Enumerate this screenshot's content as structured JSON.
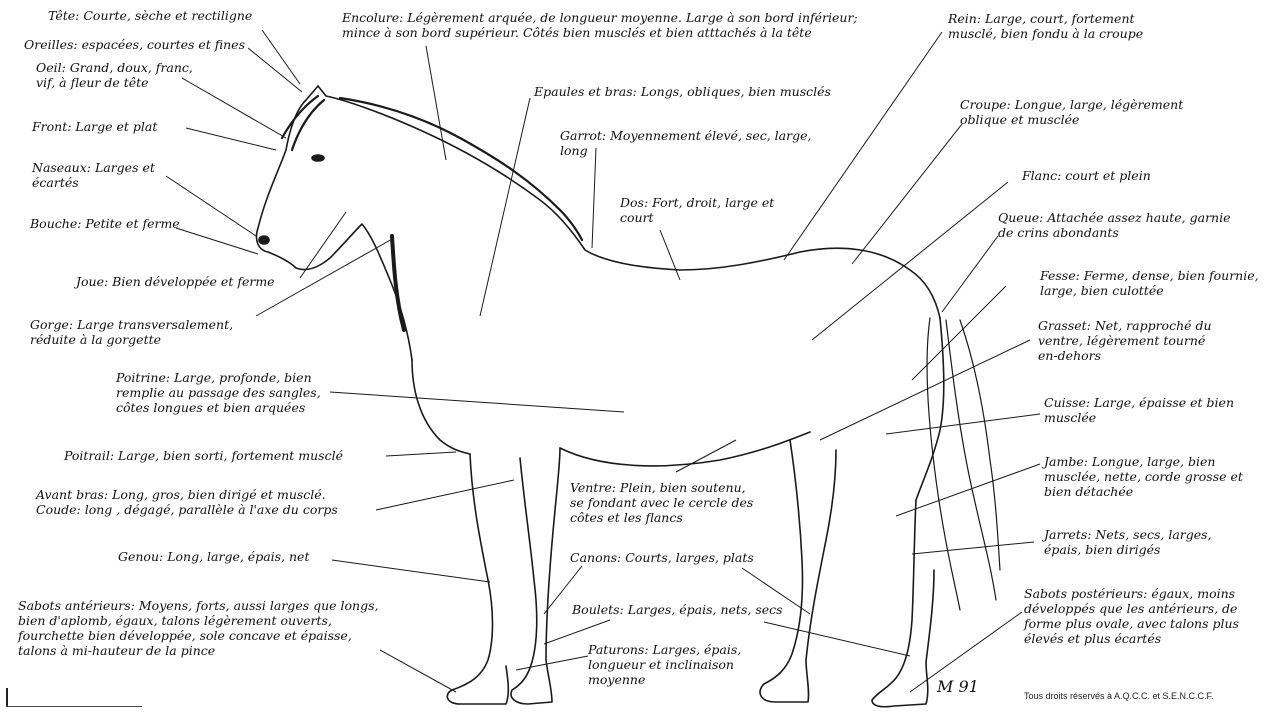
{
  "labels": {
    "tete": "Tête: Courte, sèche et rectiligne",
    "oreilles": "Oreilles: espacées, courtes et fines",
    "oeil": "Oeil: Grand, doux, franc,\nvif, à fleur de tête",
    "front": "Front: Large et plat",
    "naseaux": "Naseaux: Larges et\nécartés",
    "bouche": "Bouche: Petite et ferme",
    "joue": "Joue: Bien développée et ferme",
    "gorge": "Gorge: Large transversalement,\nréduite à la gorgette",
    "encolure": "Encolure: Légèrement arquée, de longueur moyenne. Large à son bord inférieur;\nmince à son bord supérieur. Côtés bien musclés et bien atttachés à la tête",
    "epaules": "Epaules et bras: Longs, obliques, bien musclés",
    "garrot": "Garrot: Moyennement élevé, sec, large,\nlong",
    "dos": "Dos: Fort, droit, large et\ncourt",
    "rein": "Rein: Large, court, fortement\nmusclé, bien fondu à la croupe",
    "croupe": "Croupe: Longue, large, légèrement\noblique et musclée",
    "flanc": "Flanc: court et plein",
    "queue": "Queue: Attachée assez haute, garnie\nde crins abondants",
    "fesse": "Fesse: Ferme, dense, bien fournie,\nlarge, bien culottée",
    "grasset": "Grasset: Net, rapproché du\nventre, légèrement tourné\nen-dehors",
    "poitrine": "Poitrine: Large, profonde, bien\nremplie au passage des sangles,\ncôtes longues et bien arquées",
    "cuisse": "Cuisse: Large, épaisse et bien\nmusclée",
    "poitrail": "Poitrail: Large, bien sorti, fortement musclé",
    "ventre": "Ventre: Plein, bien soutenu,\nse fondant avec le cercle des\ncôtes et les flancs",
    "jambe": "Jambe: Longue, large, bien\nmusclée, nette, corde grosse et\nbien détachée",
    "avant_bras": "Avant bras: Long, gros, bien dirigé et musclé.\nCoude: long , dégagé, parallèle à l'axe du corps",
    "jarrets": "Jarrets: Nets, secs, larges,\népais, bien dirigés",
    "genou": "Genou: Long, large, épais, net",
    "canons": "Canons: Courts, larges, plats",
    "sabots_anterieurs": "Sabots antérieurs: Moyens, forts, aussi larges que longs,\nbien d'aplomb, égaux, talons légèrement ouverts,\nfourchette bien développée, sole concave et épaisse,\ntalons à mi-hauteur de la pince",
    "boulets": "Boulets: Larges, épais, nets, secs",
    "sabots_posterieurs": "Sabots postérieurs: égaux, moins\ndéveloppés que les antérieurs, de\nforme plus ovale, avec talons plus\nélevés et plus écartés",
    "paturons": "Paturons: Larges, épais,\nlongueur et inclinaison\nmoyenne"
  },
  "signature": "M 91",
  "copyright": "Tous droits réservés à A.Q.C.C. et S.E.N.C.C.F."
}
